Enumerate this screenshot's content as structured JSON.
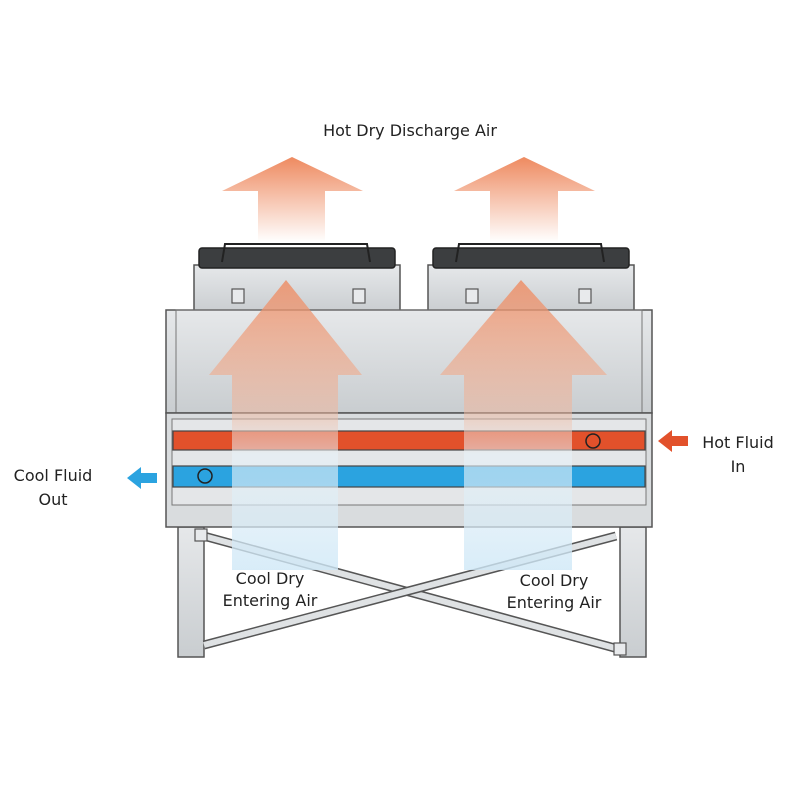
{
  "labels": {
    "top": "Hot Dry Discharge Air",
    "hot_fluid_in_line1": "Hot Fluid",
    "hot_fluid_in_line2": "In",
    "cool_fluid_out_line1": "Cool Fluid",
    "cool_fluid_out_line2": "Out",
    "left_entering_line1": "Cool Dry",
    "left_entering_line2": "Entering Air",
    "right_entering_line1": "Cool Dry",
    "right_entering_line2": "Entering Air"
  },
  "colors": {
    "hot_pipe": "#e2512b",
    "cool_pipe": "#2ba3e0",
    "hot_air": "#ee8a60",
    "cool_air": "#cfe8f7",
    "frame": "#d4d6d8",
    "outline": "#555555"
  }
}
